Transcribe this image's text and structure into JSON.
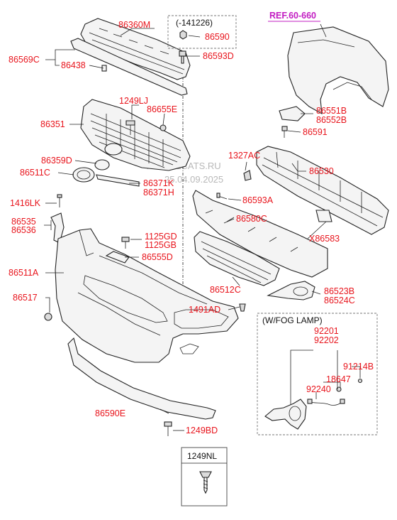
{
  "diagram": {
    "reference": "REF.60-660",
    "watermark": {
      "site": "WWW.ILCATS.RU",
      "date": "25.04.09.2025"
    },
    "date_range_label": "(-141226)",
    "fog_lamp_box_title": "(W/FOG LAMP)",
    "screw_box_label": "1249NL",
    "parts": {
      "p86360M": "86360M",
      "p86590": "86590",
      "p86569C": "86569C",
      "p86593D": "86593D",
      "p86438": "86438",
      "p1249LJ": "1249LJ",
      "p86655E": "86655E",
      "p86351": "86351",
      "p86359D": "86359D",
      "p86511C": "86511C",
      "p86371K": "86371K",
      "p86371H": "86371H",
      "p1416LK": "1416LK",
      "p86535": "86535",
      "p86536": "86536",
      "p1125GD": "1125GD",
      "p1125GB": "1125GB",
      "p86555D": "86555D",
      "p86511A": "86511A",
      "p86517": "86517",
      "p1491AD": "1491AD",
      "p86590E": "86590E",
      "p1249BD": "1249BD",
      "p86551B": "86551B",
      "p86552B": "86552B",
      "p86591": "86591",
      "p1327AC": "1327AC",
      "p86530": "86530",
      "p86593A": "86593A",
      "p86580C": "86580C",
      "pX86583": "X86583",
      "p86512C": "86512C",
      "p86523B": "86523B",
      "p86524C": "86524C",
      "p92201": "92201",
      "p92202": "92202",
      "p91214B": "91214B",
      "p18647": "18647",
      "p92240": "92240"
    },
    "colors": {
      "label": "#e8141c",
      "reference": "#c21cc2",
      "outline": "#222222"
    }
  }
}
